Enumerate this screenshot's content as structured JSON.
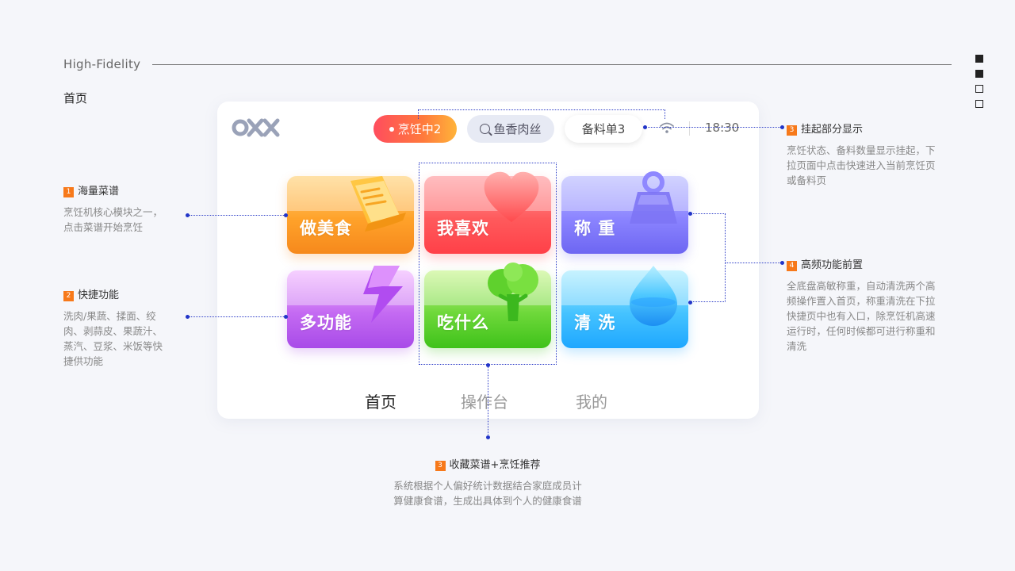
{
  "header": {
    "title": "High-Fidelity",
    "page_label": "首页"
  },
  "device": {
    "status_pills": {
      "cooking": "烹饪中2",
      "search": "鱼香肉丝",
      "prep_list": "备料单3"
    },
    "time": "18:30",
    "tiles": [
      {
        "label": "做美食",
        "icon": "book-icon",
        "color": "#f6891c"
      },
      {
        "label": "我喜欢",
        "icon": "heart-icon",
        "color": "#ff4048"
      },
      {
        "label": "称 重",
        "icon": "weight-icon",
        "color": "#6d66f2"
      },
      {
        "label": "多功能",
        "icon": "lightning-icon",
        "color": "#a84be8"
      },
      {
        "label": "吃什么",
        "icon": "broccoli-icon",
        "color": "#3fc21a"
      },
      {
        "label": "清 洗",
        "icon": "water-drop-icon",
        "color": "#1ea7ff"
      }
    ],
    "nav": {
      "home": "首页",
      "workbench": "操作台",
      "mine": "我的"
    }
  },
  "annotations": {
    "recipes": {
      "num": "1",
      "title": "海量菜谱",
      "desc": [
        "烹饪机核心模块之一，",
        "点击菜谱开始烹饪"
      ]
    },
    "shortcuts": {
      "num": "2",
      "title": "快捷功能",
      "desc": [
        "洗肉/果蔬、揉面、绞",
        "肉、剥蒜皮、果蔬汁、",
        "蒸汽、豆浆、米饭等快",
        "捷供功能"
      ]
    },
    "suspend": {
      "num": "3",
      "title": "挂起部分显示",
      "desc": [
        "烹饪状态、备料数量显示挂起，下",
        "拉页面中点击快速进入当前烹饪页",
        "或备料页"
      ]
    },
    "frequent": {
      "num": "4",
      "title": "高频功能前置",
      "desc": [
        "全底盘高敏称重，自动清洗两个高",
        "频操作置入首页，称重清洗在下拉",
        "快捷页中也有入口，除烹饪机高速",
        "运行时，任何时候都可进行称重和",
        "清洗"
      ]
    },
    "favorites": {
      "num": "3",
      "title": "收藏菜谱+烹饪推荐",
      "desc": [
        "系统根据个人偏好统计数据结合家庭成员计",
        "算健康食谱，生成出具体到个人的健康食谱"
      ]
    }
  },
  "colors": {
    "accent": "#f7791a",
    "connector": "#2235c8"
  }
}
